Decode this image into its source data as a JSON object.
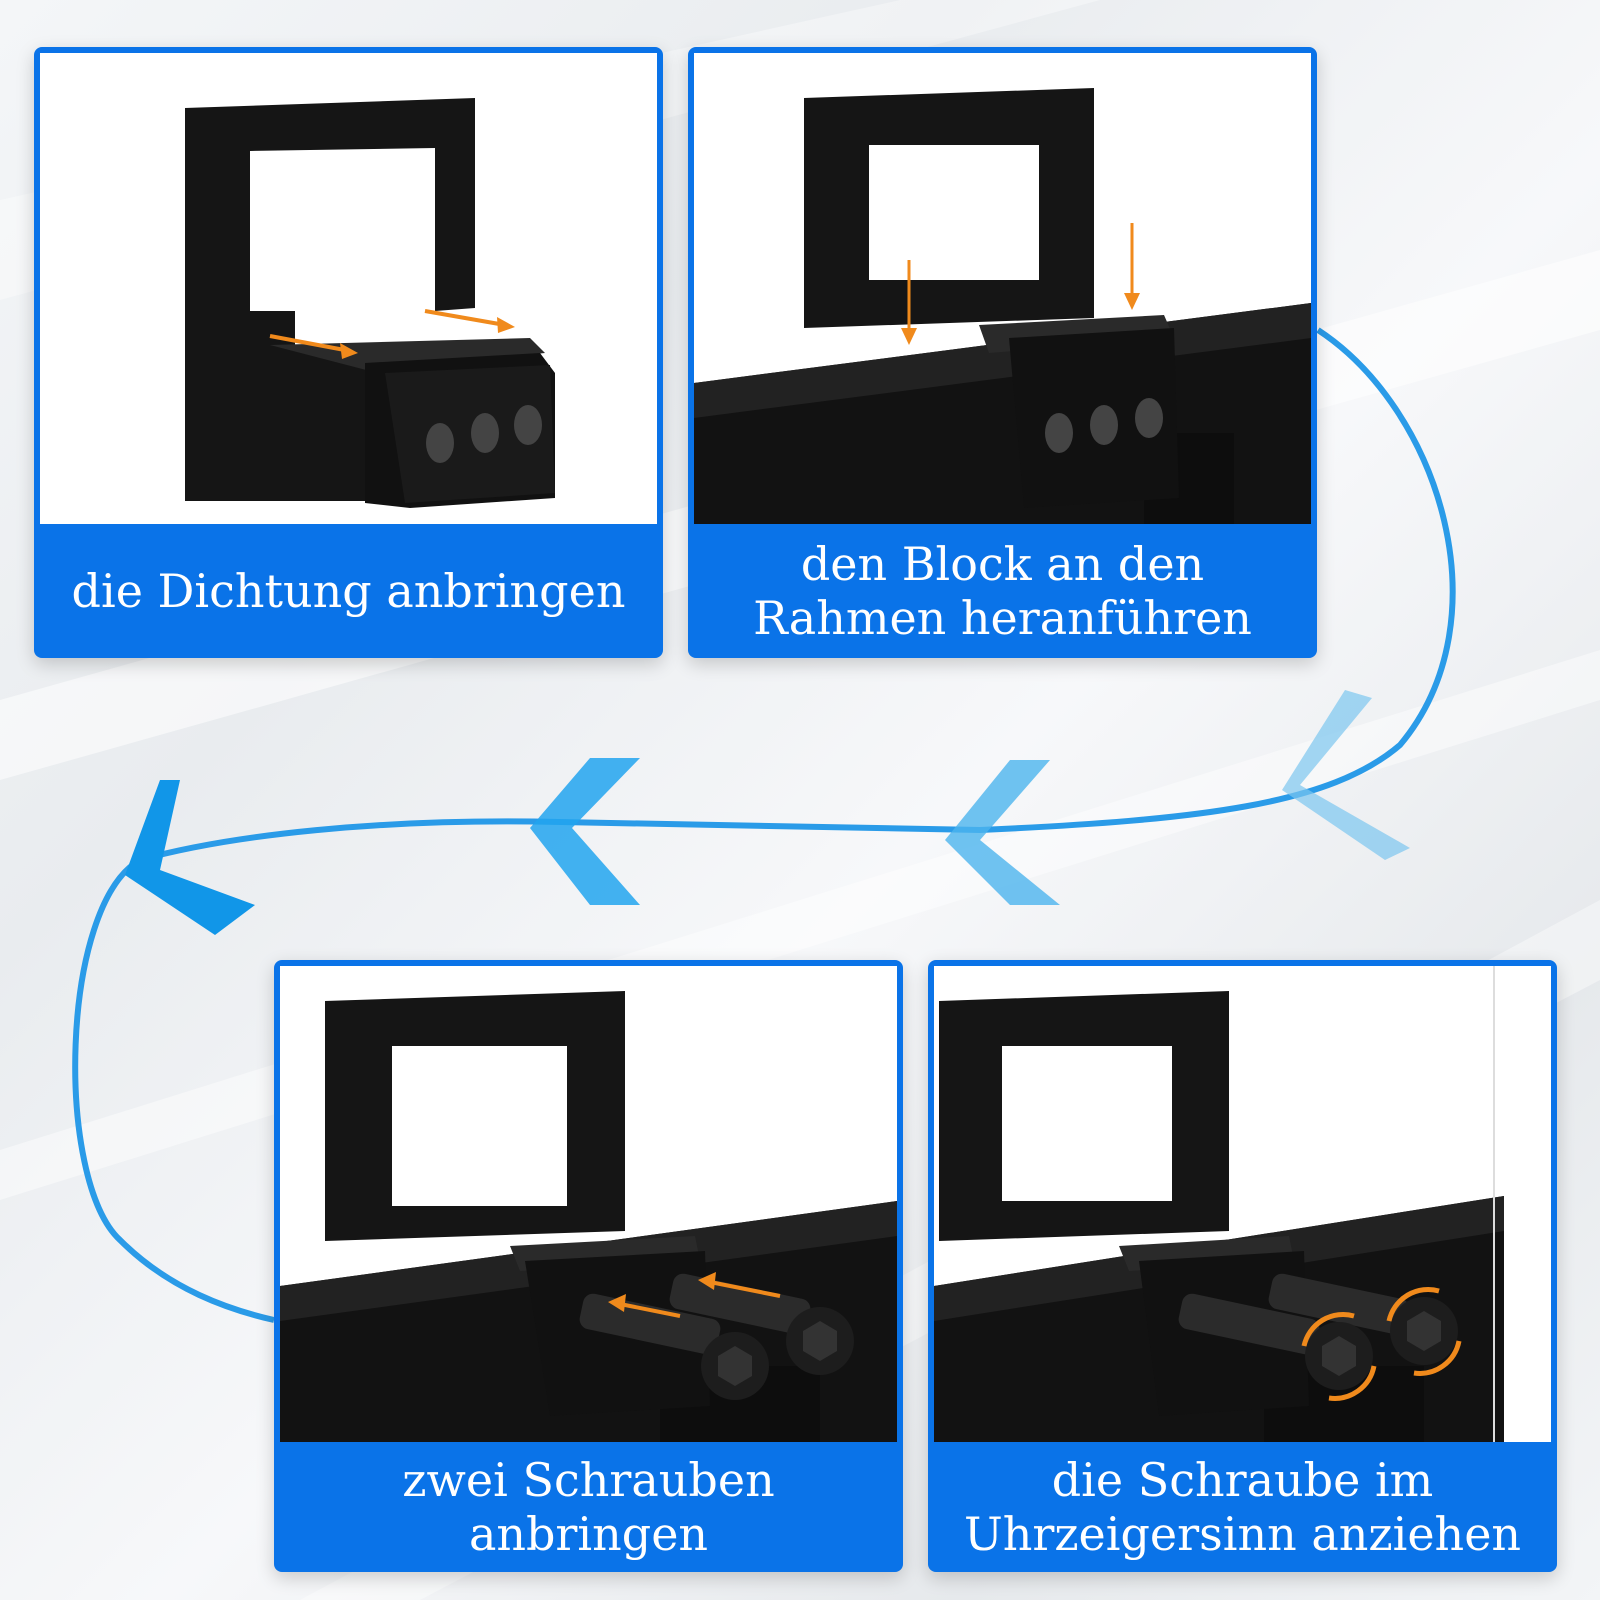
{
  "steps": [
    {
      "caption": "die Dichtung anbringen"
    },
    {
      "caption": "den Block an den Rahmen heranführen"
    },
    {
      "caption": "zwei Schrauben anbringen"
    },
    {
      "caption": "die Schraube im Uhrzeigersinn anziehen"
    }
  ],
  "colors": {
    "card_blue": "#0a73e8",
    "flow_line": "#2a9be8",
    "arrow_orange": "#f08a1c",
    "metal_black": "#151515"
  }
}
